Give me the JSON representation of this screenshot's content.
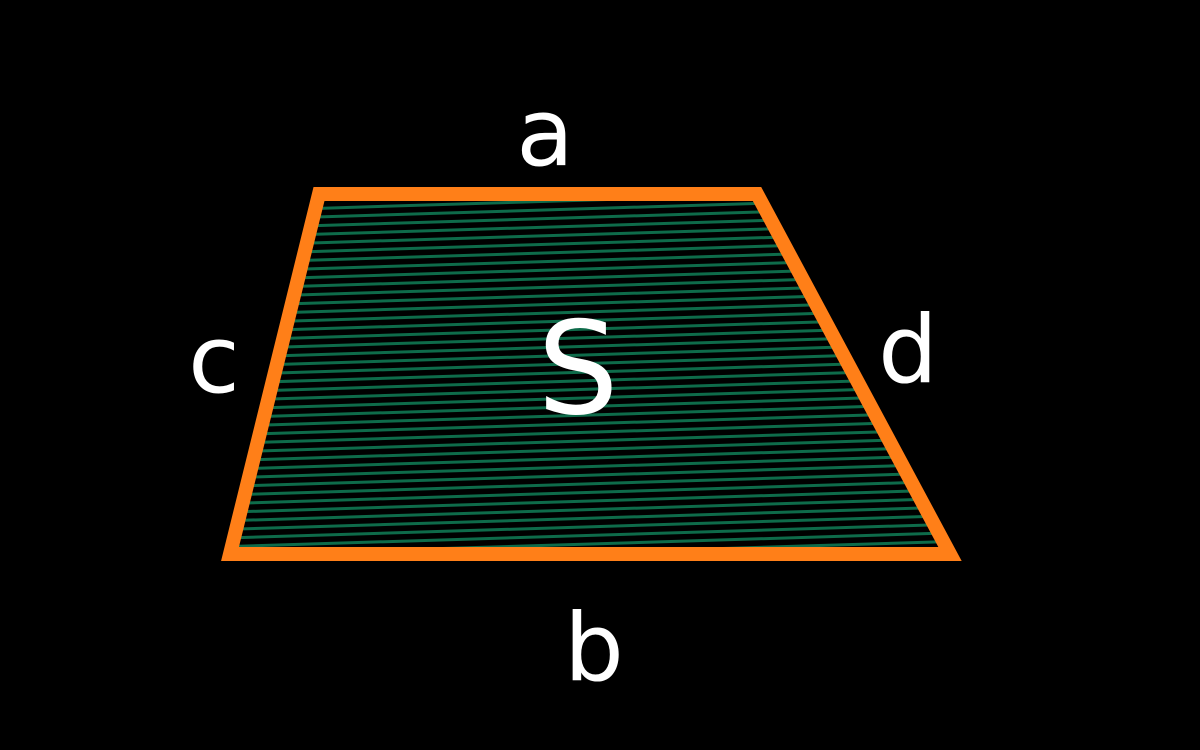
{
  "diagram": {
    "shape": "trapezoid",
    "labels": {
      "top": "a",
      "bottom": "b",
      "left": "c",
      "right": "d",
      "area": "S"
    },
    "colors": {
      "background": "#000000",
      "outline": "#ff7f18",
      "hatch": "#0e6b4a",
      "text": "#ffffff"
    }
  }
}
